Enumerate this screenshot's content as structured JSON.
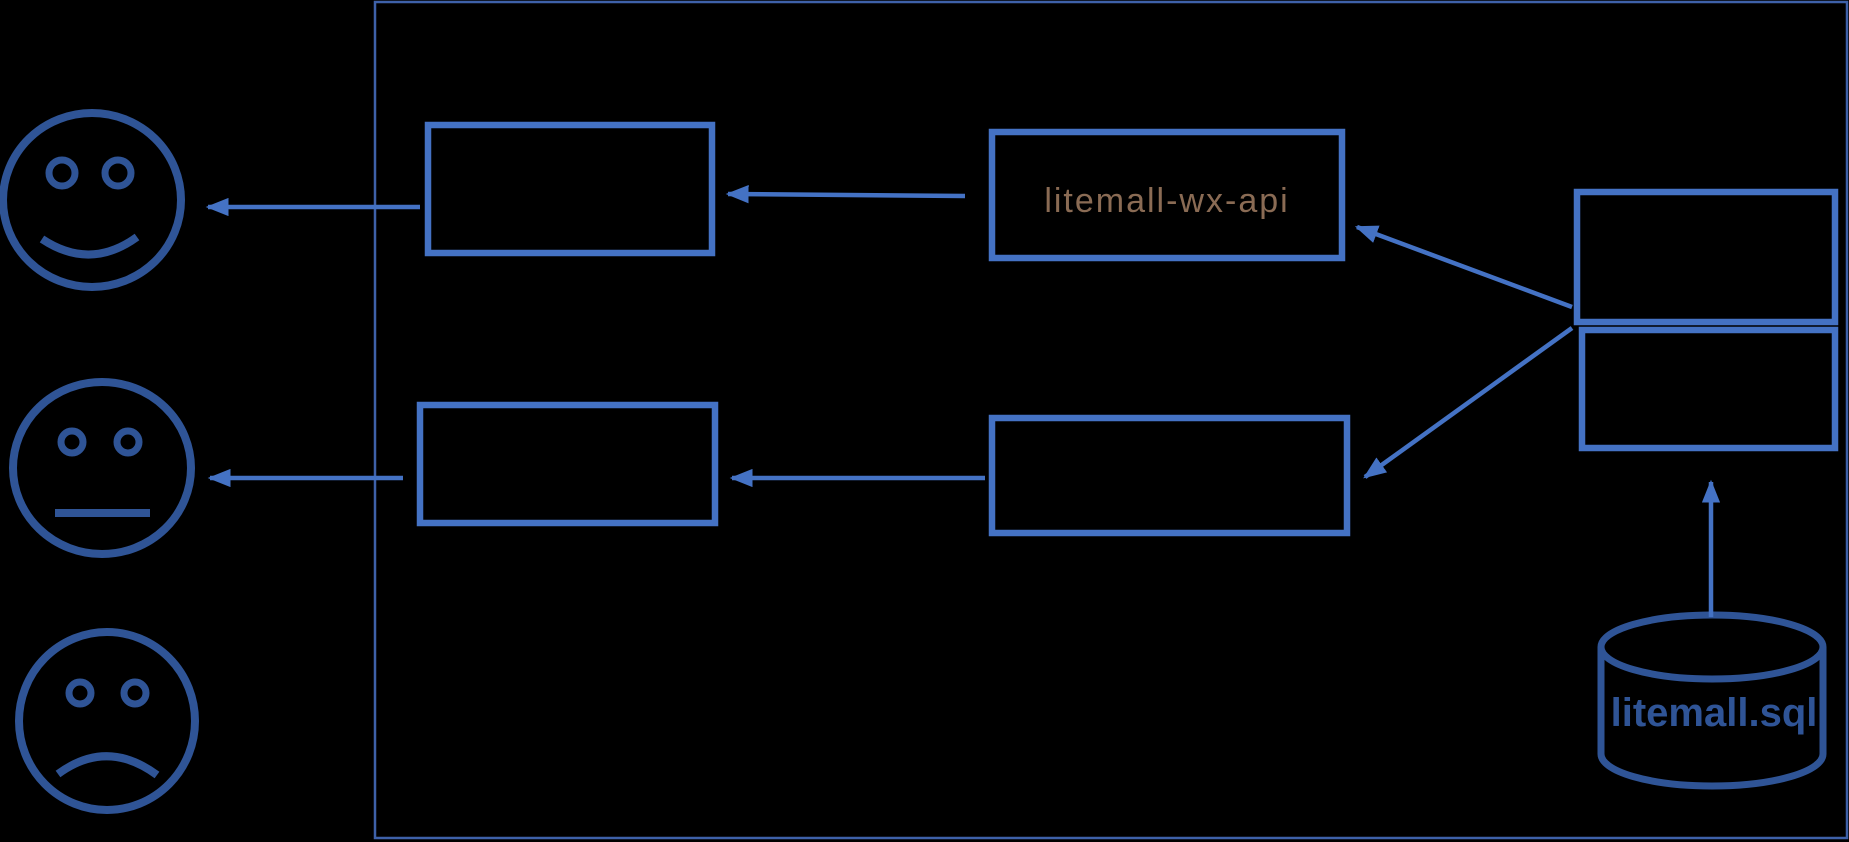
{
  "colors": {
    "background": "#000000",
    "accent": "#4472C4",
    "frame": "#3E61A9",
    "dark_blue": "#2F5496",
    "wx_label": "#8A6B54"
  },
  "diagram": {
    "boxes": {
      "wx_api": {
        "label": "litemall-wx-api"
      }
    },
    "database": {
      "label": "litemall.sql"
    },
    "faces": [
      {
        "mood": "happy"
      },
      {
        "mood": "neutral"
      },
      {
        "mood": "sad"
      }
    ]
  }
}
